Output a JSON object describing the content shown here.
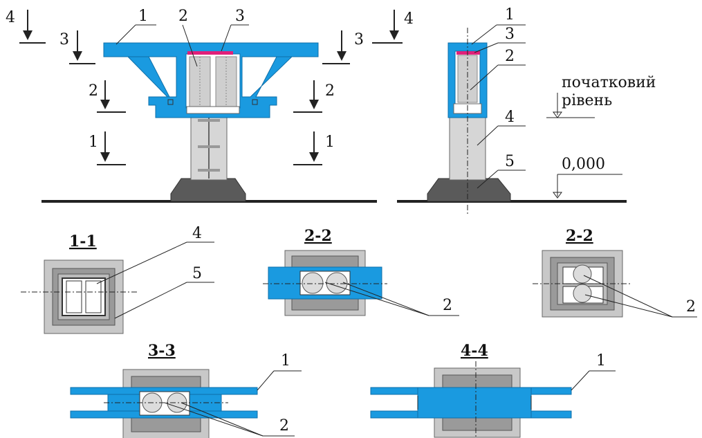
{
  "labels": {
    "n1": "1",
    "n2": "2",
    "n3": "3",
    "n4": "4",
    "n5": "5"
  },
  "sections": {
    "s11": "1-1",
    "s22a": "2-2",
    "s22b": "2-2",
    "s33": "3-3",
    "s44": "4-4"
  },
  "levels": {
    "initial_line1": "початковий",
    "initial_line2": "рівень",
    "zero": "0,000"
  },
  "colors": {
    "beam_blue": "#1a9ae0",
    "pink": "#e0207a",
    "dark_base": "#555555",
    "column_grey": "#d4d4d4",
    "ground": "#222222"
  }
}
